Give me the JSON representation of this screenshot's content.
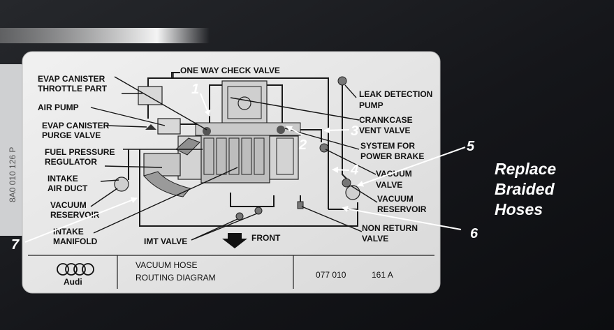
{
  "component_labels": {
    "evap_throttle": [
      "EVAP CANISTER",
      "THROTTLE PART"
    ],
    "air_pump": "AIR PUMP",
    "evap_purge": [
      "EVAP CANISTER",
      "PURGE VALVE"
    ],
    "fuel_pressure": [
      "FUEL PRESSURE",
      "REGULATOR"
    ],
    "intake_air_duct": [
      "INTAKE",
      "AIR DUCT"
    ],
    "vacuum_reservoir_left": [
      "VACUUM",
      "RESERVOIR"
    ],
    "intake_manifold": [
      "INTAKE",
      "MANIFOLD"
    ],
    "one_way_check_valve": "ONE WAY CHECK VALVE",
    "leak_detection_pump": [
      "LEAK DETECTION",
      "PUMP"
    ],
    "crankcase_vent_valve": [
      "CRANKCASE",
      "VENT VALVE"
    ],
    "system_power_brake": [
      "SYSTEM FOR",
      "POWER BRAKE"
    ],
    "vacuum_valve": [
      "VACUUM",
      "VALVE"
    ],
    "vacuum_reservoir_right": [
      "VACUUM",
      "RESERVOIR"
    ],
    "non_return_valve": [
      "NON RETURN",
      "VALVE"
    ],
    "imt_valve": "IMT VALVE",
    "front": "FRONT"
  },
  "footer": {
    "brand": "Audi",
    "title_line1": "VACUUM HOSE",
    "title_line2": "ROUTING DIAGRAM",
    "part_prefix": "077 010",
    "part_number": "161 A"
  },
  "side_label_text": "8A0 010 126 P",
  "callouts": [
    "1",
    "2",
    "3",
    "4",
    "5",
    "6",
    "7"
  ],
  "note": [
    "Replace",
    "Braided",
    "Hoses"
  ]
}
